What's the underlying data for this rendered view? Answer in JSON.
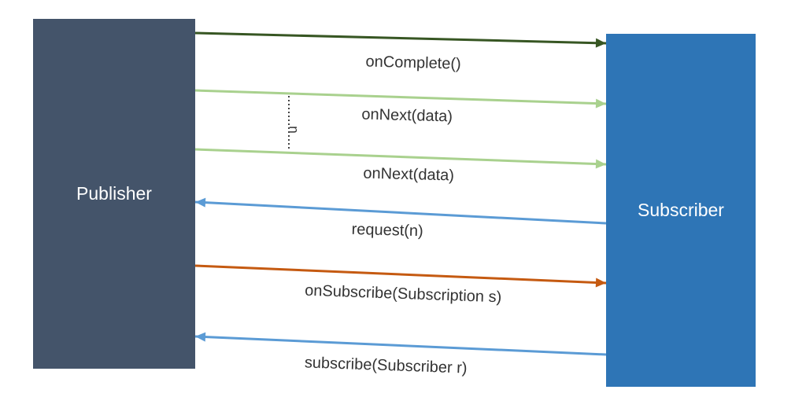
{
  "publisher": {
    "label": "Publisher",
    "color": "#44546a"
  },
  "subscriber": {
    "label": "Subscriber",
    "color": "#2e75b6"
  },
  "annotation": {
    "label": "n"
  },
  "messages": [
    {
      "label": "onComplete()",
      "direction": "to-subscriber",
      "color": "#375623"
    },
    {
      "label": "onNext(data)",
      "direction": "to-subscriber",
      "color": "#a9d18e"
    },
    {
      "label": "onNext(data)",
      "direction": "to-subscriber",
      "color": "#a9d18e"
    },
    {
      "label": "request(n)",
      "direction": "to-publisher",
      "color": "#5b9bd5"
    },
    {
      "label": "onSubscribe(Subscription s)",
      "direction": "to-subscriber",
      "color": "#c55a11"
    },
    {
      "label": "subscribe(Subscriber r)",
      "direction": "to-publisher",
      "color": "#5b9bd5"
    }
  ]
}
